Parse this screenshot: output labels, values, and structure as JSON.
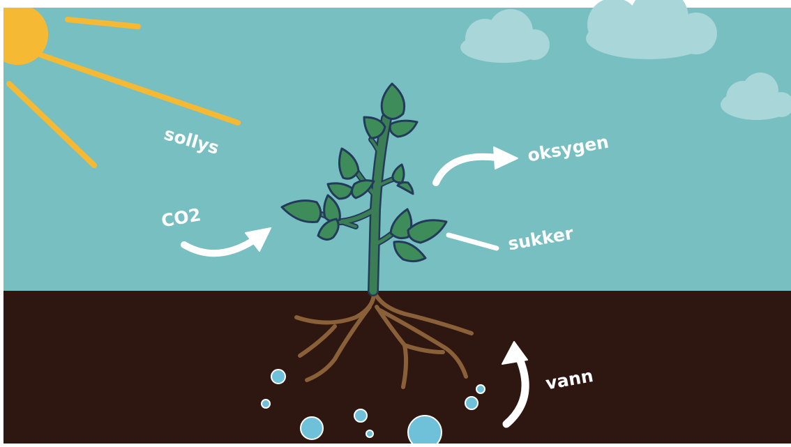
{
  "diagram": {
    "labels": {
      "sunlight": "sollys",
      "carbon_dioxide": "CO2",
      "oxygen": "oksygen",
      "sugar": "sukker",
      "water": "vann"
    },
    "colors": {
      "sky": "#78bfc1",
      "soil": "#2e1710",
      "sun": "#f6b933",
      "cloud": "#a9d6d8",
      "leaf": "#3d8c59",
      "outline": "#233a5b",
      "stem": "#3b7e55",
      "root": "#8a6038",
      "water_drop": "#6ec1d9",
      "arrow": "#ffffff"
    }
  }
}
